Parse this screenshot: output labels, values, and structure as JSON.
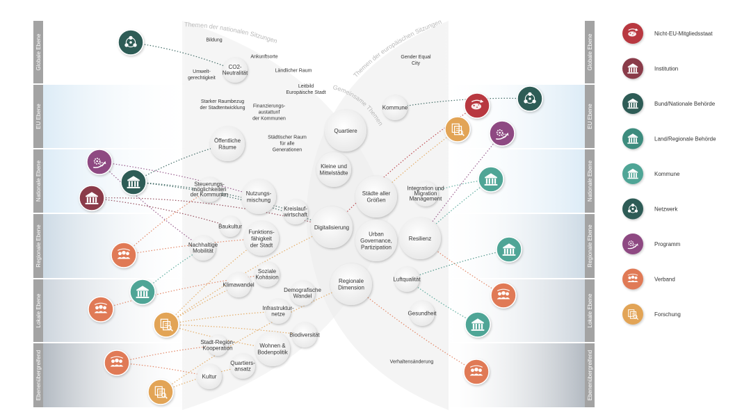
{
  "colors": {
    "nicht_eu": "#b8383f",
    "institution": "#8a3a4a",
    "bund": "#2d5c56",
    "land": "#3d8c7e",
    "kommune": "#4fa596",
    "netzwerk": "#2d5c56",
    "programm": "#8e4a82",
    "verband": "#e07a56",
    "forschung": "#e2a456"
  },
  "arc_titles": {
    "national": "Themen der nationalen Sitzungen",
    "european": "Themen der europäischen Sitzungen",
    "common": "Gemeinsame Themen"
  },
  "levels_left": [
    "Globale Ebene",
    "EU Ebene",
    "Nationale Ebene",
    "Regionale Ebene",
    "Lokale Ebene",
    "Ebenenübergreifend"
  ],
  "levels_right": [
    "Globale Ebene",
    "EU Ebene",
    "Nationale Ebene",
    "Regionale Ebene",
    "Lokale Ebene",
    "Ebenenübergreifend"
  ],
  "legend": [
    {
      "key": "nicht_eu",
      "icon": "globe-arrow-icon",
      "label": "Nicht-EU-Mitgliedsstaat"
    },
    {
      "key": "institution",
      "icon": "building-icon",
      "label": "Institution"
    },
    {
      "key": "bund",
      "icon": "building-icon",
      "label": "Bund/Nationale Behörde"
    },
    {
      "key": "land",
      "icon": "building-icon",
      "label": "Land/Regionale Behörde"
    },
    {
      "key": "kommune",
      "icon": "building-icon",
      "label": "Kommune"
    },
    {
      "key": "netzwerk",
      "icon": "network-icon",
      "label": "Netzwerk"
    },
    {
      "key": "programm",
      "icon": "gear-arrow-icon",
      "label": "Programm"
    },
    {
      "key": "verband",
      "icon": "people-icon",
      "label": "Verband"
    },
    {
      "key": "forschung",
      "icon": "document-magnifier-icon",
      "label": "Forschung"
    }
  ],
  "bubbles": [
    {
      "lines": [
        "CO2-",
        "Neutralität"
      ],
      "size": "s"
    },
    {
      "lines": [
        "Öffentliche",
        "Räume"
      ],
      "size": "m"
    },
    {
      "lines": [
        "Nutzungs-",
        "mischung"
      ],
      "size": "m"
    },
    {
      "lines": [
        "Steuerungs-",
        "möglichkeiten",
        "der Kommunen"
      ],
      "size": "s"
    },
    {
      "lines": [
        "Kreislauf-",
        "wirtschaft"
      ],
      "size": "s"
    },
    {
      "lines": [
        "Baukultur"
      ],
      "size": "xs"
    },
    {
      "lines": [
        "Funktions-",
        "fähigkeit",
        "der Stadt"
      ],
      "size": "m"
    },
    {
      "lines": [
        "Nachhaltige",
        "Mobilität"
      ],
      "size": "s"
    },
    {
      "lines": [
        "Soziale",
        "Kohäsion"
      ],
      "size": "s"
    },
    {
      "lines": [
        "Klimawandel"
      ],
      "size": "s"
    },
    {
      "lines": [
        "Demografische",
        "Wandel"
      ],
      "size": "s"
    },
    {
      "lines": [
        "Infrastruktur-",
        "netze"
      ],
      "size": "s"
    },
    {
      "lines": [
        "Biodiversität"
      ],
      "size": "s"
    },
    {
      "lines": [
        "Stadt-Region-",
        "Kooperation"
      ],
      "size": "xs"
    },
    {
      "lines": [
        "Wohnen &",
        "Bodenpolitik"
      ],
      "size": "m"
    },
    {
      "lines": [
        "Quartiers-",
        "ansatz"
      ],
      "size": "s"
    },
    {
      "lines": [
        "Kultur"
      ],
      "size": "s"
    },
    {
      "lines": [
        "Quartiere"
      ],
      "size": "l"
    },
    {
      "lines": [
        "Kleine und",
        "Mittelstädte"
      ],
      "size": "m"
    },
    {
      "lines": [
        "Digitalisierung"
      ],
      "size": "l"
    },
    {
      "lines": [
        "Regionale",
        "Dimension"
      ],
      "size": "l"
    },
    {
      "lines": [
        "Kommune"
      ],
      "size": "s"
    },
    {
      "lines": [
        "Städte aller",
        "Größen"
      ],
      "size": "l"
    },
    {
      "lines": [
        "Integration und",
        "Migration",
        "Management"
      ],
      "size": "s"
    },
    {
      "lines": [
        "Urban",
        "Governance,",
        "Partizipation"
      ],
      "size": "l"
    },
    {
      "lines": [
        "Resilienz"
      ],
      "size": "l"
    },
    {
      "lines": [
        "Luftqualität"
      ],
      "size": "s"
    },
    {
      "lines": [
        "Gesundheit"
      ],
      "size": "s"
    }
  ],
  "free_labels": [
    {
      "lines": [
        "Bildung"
      ]
    },
    {
      "lines": [
        "Ankunftsorte"
      ]
    },
    {
      "lines": [
        "Umwelt-",
        "gerechtigkeit"
      ]
    },
    {
      "lines": [
        "Ländlicher Raum"
      ]
    },
    {
      "lines": [
        "Leitbild",
        "Europäische Stadt"
      ]
    },
    {
      "lines": [
        "Starker Raumbezug",
        "der Stadtentwicklung"
      ]
    },
    {
      "lines": [
        "Finanzierungs-",
        "austattunf",
        "der Kommunen"
      ]
    },
    {
      "lines": [
        "Städtischer Raum",
        "für alle",
        "Generationen"
      ]
    },
    {
      "lines": [
        "Gender Equal",
        "City"
      ]
    },
    {
      "lines": [
        "Verhaltensänderung"
      ]
    }
  ],
  "actors_left": [
    {
      "type": "netzwerk",
      "icon": "network-icon"
    },
    {
      "type": "programm",
      "icon": "gear-arrow-icon"
    },
    {
      "type": "bund",
      "icon": "building-icon"
    },
    {
      "type": "institution",
      "icon": "building-icon"
    },
    {
      "type": "verband",
      "icon": "people-icon"
    },
    {
      "type": "kommune",
      "icon": "building-icon"
    },
    {
      "type": "verband",
      "icon": "people-icon"
    },
    {
      "type": "forschung",
      "icon": "document-magnifier-icon"
    },
    {
      "type": "verband",
      "icon": "people-icon"
    },
    {
      "type": "forschung",
      "icon": "document-magnifier-icon"
    }
  ],
  "actors_right": [
    {
      "type": "nicht_eu",
      "icon": "globe-arrow-icon"
    },
    {
      "type": "netzwerk",
      "icon": "network-icon"
    },
    {
      "type": "forschung",
      "icon": "document-magnifier-icon"
    },
    {
      "type": "programm",
      "icon": "gear-arrow-icon"
    },
    {
      "type": "kommune",
      "icon": "building-icon"
    },
    {
      "type": "kommune",
      "icon": "building-icon"
    },
    {
      "type": "verband",
      "icon": "people-icon"
    },
    {
      "type": "kommune",
      "icon": "building-icon"
    },
    {
      "type": "verband",
      "icon": "people-icon"
    }
  ]
}
